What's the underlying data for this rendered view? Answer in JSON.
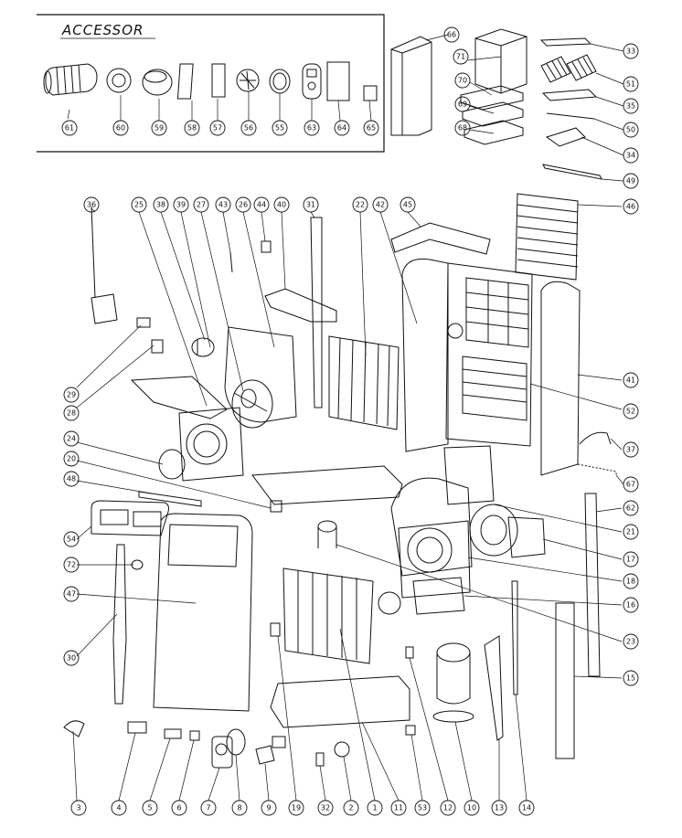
{
  "accessory_box": {
    "title": "ACCESSOR"
  },
  "callouts": [
    {
      "id": "c61",
      "label": "61"
    },
    {
      "id": "c60",
      "label": "60"
    },
    {
      "id": "c59",
      "label": "59"
    },
    {
      "id": "c58",
      "label": "58"
    },
    {
      "id": "c57",
      "label": "57"
    },
    {
      "id": "c56",
      "label": "56"
    },
    {
      "id": "c55",
      "label": "55"
    },
    {
      "id": "c63",
      "label": "63"
    },
    {
      "id": "c64",
      "label": "64"
    },
    {
      "id": "c65",
      "label": "65"
    },
    {
      "id": "c66",
      "label": "66"
    },
    {
      "id": "c71",
      "label": "71"
    },
    {
      "id": "c70",
      "label": "70"
    },
    {
      "id": "c69",
      "label": "69"
    },
    {
      "id": "c68",
      "label": "68"
    },
    {
      "id": "c33",
      "label": "33"
    },
    {
      "id": "c51",
      "label": "51"
    },
    {
      "id": "c35",
      "label": "35"
    },
    {
      "id": "c50",
      "label": "50"
    },
    {
      "id": "c34",
      "label": "34"
    },
    {
      "id": "c49",
      "label": "49"
    },
    {
      "id": "c36",
      "label": "36"
    },
    {
      "id": "c25",
      "label": "25"
    },
    {
      "id": "c38",
      "label": "38"
    },
    {
      "id": "c39",
      "label": "39"
    },
    {
      "id": "c27",
      "label": "27"
    },
    {
      "id": "c43",
      "label": "43"
    },
    {
      "id": "c44",
      "label": "44"
    },
    {
      "id": "c26",
      "label": "26"
    },
    {
      "id": "c40",
      "label": "40"
    },
    {
      "id": "c31",
      "label": "31"
    },
    {
      "id": "c22",
      "label": "22"
    },
    {
      "id": "c42",
      "label": "42"
    },
    {
      "id": "c45",
      "label": "45"
    },
    {
      "id": "c46",
      "label": "46"
    },
    {
      "id": "c41",
      "label": "41"
    },
    {
      "id": "c52",
      "label": "52"
    },
    {
      "id": "c37",
      "label": "37"
    },
    {
      "id": "c67",
      "label": "67"
    },
    {
      "id": "c62",
      "label": "62"
    },
    {
      "id": "c21",
      "label": "21"
    },
    {
      "id": "c17",
      "label": "17"
    },
    {
      "id": "c18",
      "label": "18"
    },
    {
      "id": "c16",
      "label": "16"
    },
    {
      "id": "c23",
      "label": "23"
    },
    {
      "id": "c15",
      "label": "15"
    },
    {
      "id": "c29",
      "label": "29"
    },
    {
      "id": "c28",
      "label": "28"
    },
    {
      "id": "c24",
      "label": "24"
    },
    {
      "id": "c20",
      "label": "20"
    },
    {
      "id": "c48",
      "label": "48"
    },
    {
      "id": "c54",
      "label": "54"
    },
    {
      "id": "c72",
      "label": "72"
    },
    {
      "id": "c47",
      "label": "47"
    },
    {
      "id": "c30",
      "label": "30"
    },
    {
      "id": "c3",
      "label": "3"
    },
    {
      "id": "c4",
      "label": "4"
    },
    {
      "id": "c5",
      "label": "5"
    },
    {
      "id": "c6",
      "label": "6"
    },
    {
      "id": "c7",
      "label": "7"
    },
    {
      "id": "c8",
      "label": "8"
    },
    {
      "id": "c9",
      "label": "9"
    },
    {
      "id": "c19",
      "label": "19"
    },
    {
      "id": "c32",
      "label": "32"
    },
    {
      "id": "c2",
      "label": "2"
    },
    {
      "id": "c1",
      "label": "1"
    },
    {
      "id": "c11",
      "label": "11"
    },
    {
      "id": "c53",
      "label": "53"
    },
    {
      "id": "c12",
      "label": "12"
    },
    {
      "id": "c10",
      "label": "10"
    },
    {
      "id": "c13",
      "label": "13"
    },
    {
      "id": "c14",
      "label": "14"
    }
  ]
}
